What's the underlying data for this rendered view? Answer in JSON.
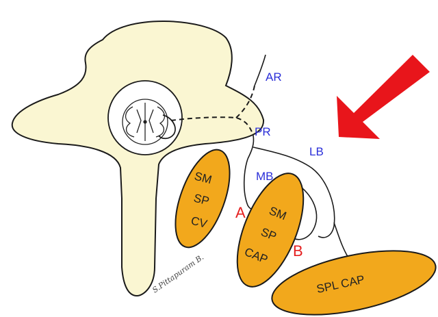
{
  "colors": {
    "vertebra_fill": "#faf6d2",
    "muscle_fill": "#f2a81c",
    "outline": "#1a1a1a",
    "nerve_label": "#2a2ed8",
    "compartment_label": "#e41e1e",
    "arrow": "#e8151b"
  },
  "nerves": {
    "ar": "AR",
    "pr": "PR",
    "lb": "LB",
    "mb": "MB"
  },
  "compartments": {
    "a": "A",
    "b": "B"
  },
  "muscles": {
    "left": {
      "line1": "SM",
      "line2": "SP",
      "line3": "CV"
    },
    "middle": {
      "line1": "SM",
      "line2": "SP",
      "line3": "CAP"
    },
    "lateral": "SPL CAP"
  },
  "signature": "S.Pittapuram B.",
  "arrow_icon": "arrow-down-left-icon"
}
